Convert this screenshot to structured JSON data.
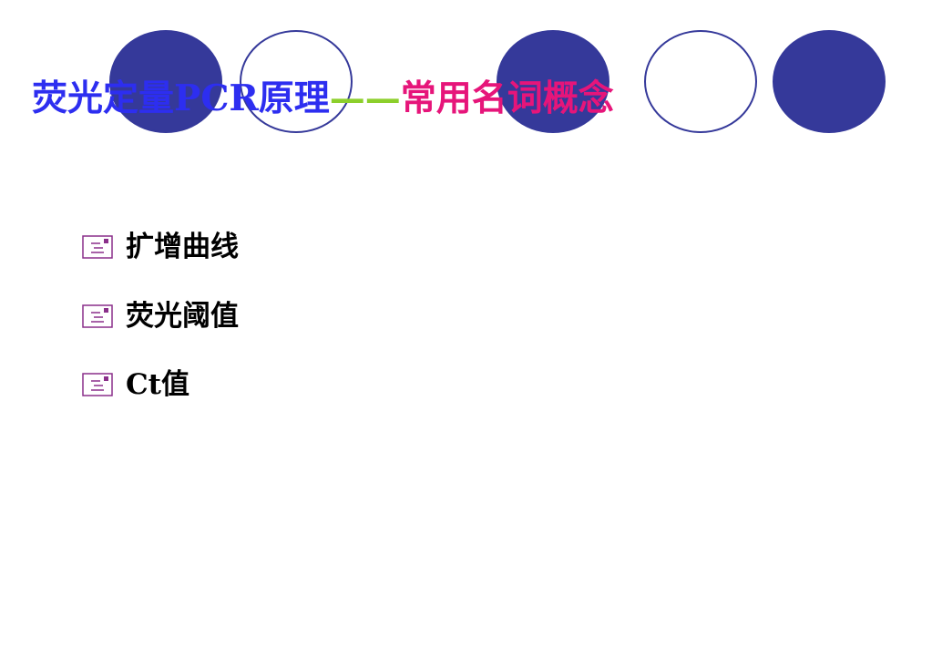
{
  "slide": {
    "title": {
      "main": "荧光定量PCR原理",
      "dash": "——",
      "sub": "常用名词概念"
    },
    "bullets": [
      {
        "label": "扩增曲线",
        "icon": "list-bullet-icon"
      },
      {
        "label": "荧光阈值",
        "icon": "list-bullet-icon"
      },
      {
        "label": "Ct值",
        "icon": "list-bullet-icon"
      }
    ]
  },
  "colors": {
    "circle": "#35399a",
    "title_main": "#2d2ef0",
    "title_dash": "#8ccf2b",
    "title_sub": "#e6157a",
    "bullet_icon": "#8a2f8a",
    "text": "#000000"
  }
}
